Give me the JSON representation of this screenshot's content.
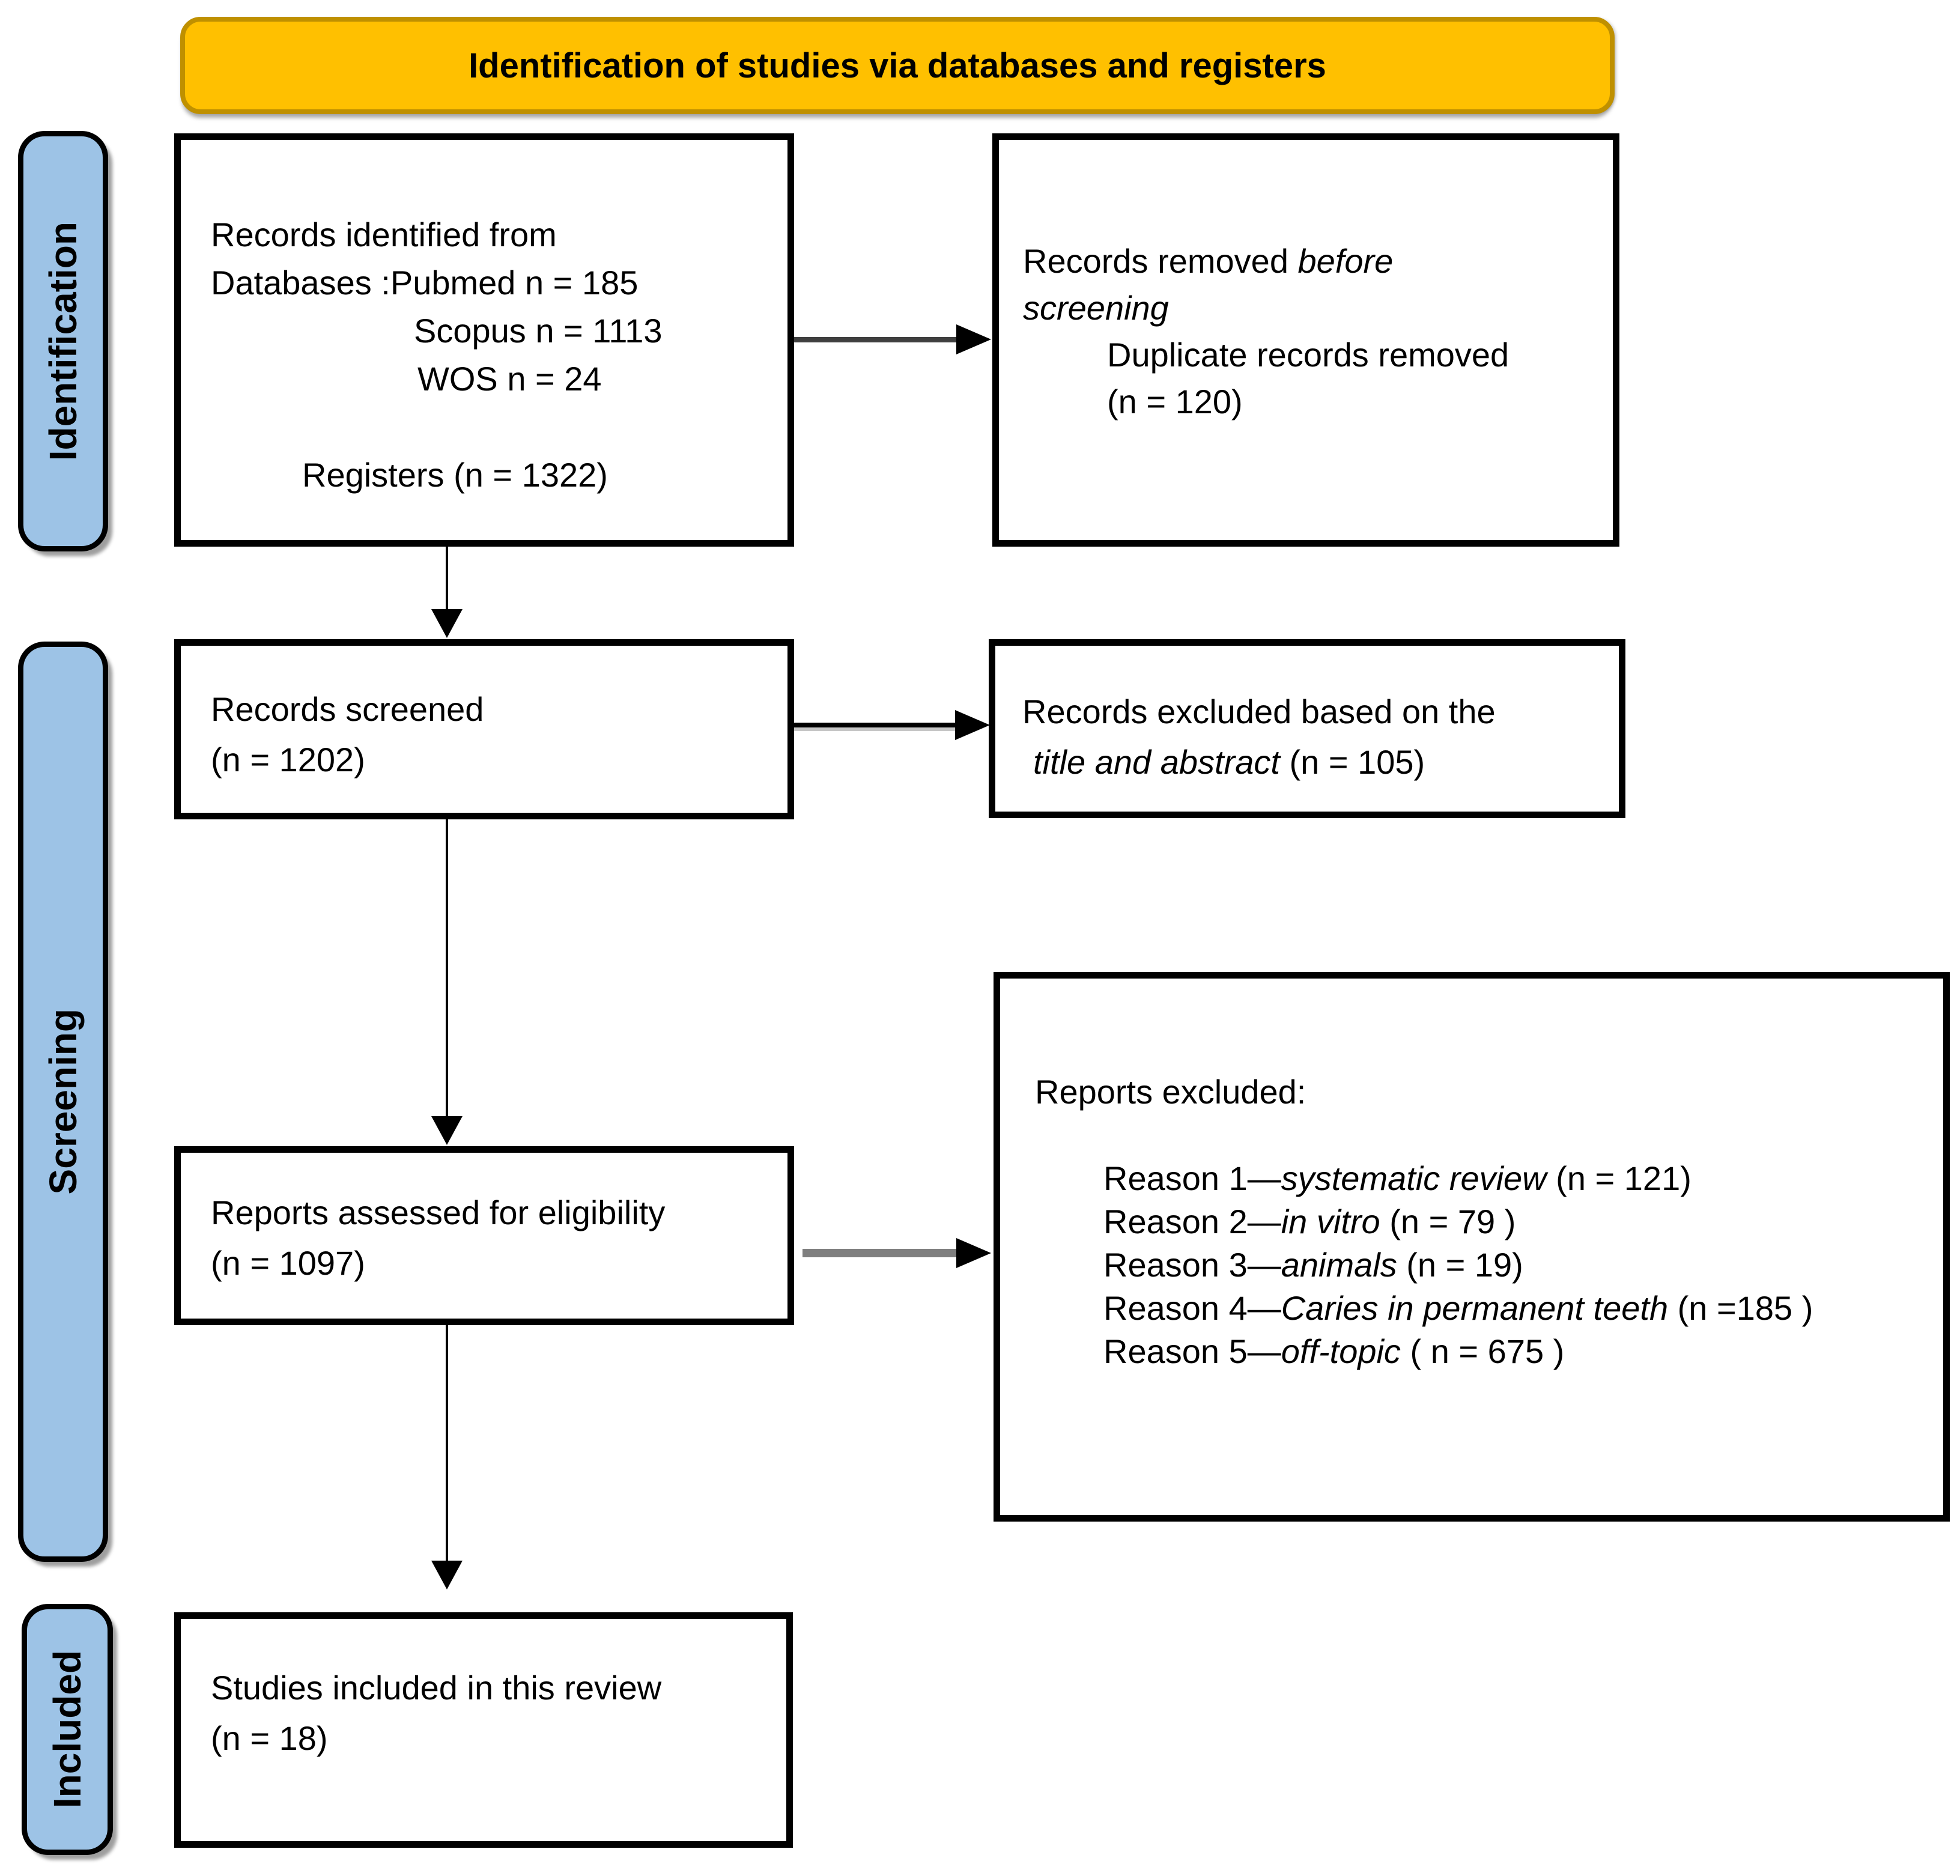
{
  "banner": {
    "title": "Identification of studies via databases and registers"
  },
  "sidebar": {
    "labels": [
      {
        "text": "Identification"
      },
      {
        "text": "Screening"
      },
      {
        "text": "Included"
      }
    ]
  },
  "colors": {
    "banner_bg": "#FFC000",
    "banner_border": "#BF9000",
    "sidebar_bg": "#9DC3E6",
    "box_border": "#000000",
    "arrow_black": "#000000",
    "arrow_dark_gray": "#3F3F3F",
    "arrow_gray": "#7F7F7F"
  },
  "boxes": {
    "identified": {
      "lines": [
        {
          "segs": [
            {
              "t": "Records identified from"
            }
          ]
        },
        {
          "segs": [
            {
              "t": "Databases :Pubmed n = 185"
            }
          ]
        },
        {
          "indent": 338,
          "segs": [
            {
              "t": "Scopus n = 1113"
            }
          ]
        },
        {
          "indent": 344,
          "segs": [
            {
              "t": "WOS n = 24"
            }
          ]
        },
        {
          "segs": [
            {
              "t": " "
            }
          ]
        },
        {
          "indent": 152,
          "segs": [
            {
              "t": "Registers (n = 1322)"
            }
          ]
        }
      ]
    },
    "removed_before_screening": {
      "lines": [
        {
          "segs": [
            {
              "t": "Records removed "
            },
            {
              "t": "before",
              "i": true
            }
          ]
        },
        {
          "segs": [
            {
              "t": "screening",
              "i": true
            }
          ]
        },
        {
          "indent": 140,
          "segs": [
            {
              "t": "Duplicate records removed"
            }
          ]
        },
        {
          "indent": 140,
          "segs": [
            {
              "t": "(n = 120)"
            }
          ]
        }
      ]
    },
    "screened": {
      "lines": [
        {
          "segs": [
            {
              "t": "Records screened"
            }
          ]
        },
        {
          "segs": [
            {
              "t": "(n = 1202)"
            }
          ]
        }
      ]
    },
    "excluded_title_abstract": {
      "lines": [
        {
          "segs": [
            {
              "t": "Records excluded based on the"
            }
          ]
        },
        {
          "indent": 18,
          "segs": [
            {
              "t": "title and abstract",
              "i": true
            },
            {
              "t": " (n = 105)"
            }
          ]
        }
      ]
    },
    "assessed": {
      "lines": [
        {
          "segs": [
            {
              "t": "Reports assessed for eligibility"
            }
          ]
        },
        {
          "segs": [
            {
              "t": "(n = 1097)"
            }
          ]
        }
      ]
    },
    "reports_excluded": {
      "lines": [
        {
          "segs": [
            {
              "t": "Reports excluded:"
            }
          ]
        },
        {
          "segs": [
            {
              "t": " "
            }
          ]
        },
        {
          "indent": 114,
          "segs": [
            {
              "t": "Reason 1—"
            },
            {
              "t": "systematic review",
              "i": true
            },
            {
              "t": " (n = 121)"
            }
          ]
        },
        {
          "indent": 114,
          "segs": [
            {
              "t": "Reason 2—"
            },
            {
              "t": "in vitro",
              "i": true
            },
            {
              "t": " (n = 79 )"
            }
          ]
        },
        {
          "indent": 114,
          "segs": [
            {
              "t": "Reason 3—"
            },
            {
              "t": "animals",
              "i": true
            },
            {
              "t": " (n = 19)"
            }
          ]
        },
        {
          "indent": 114,
          "segs": [
            {
              "t": "Reason 4—"
            },
            {
              "t": "Caries in permanent teeth",
              "i": true
            },
            {
              "t": " (n =185 )"
            }
          ]
        },
        {
          "indent": 114,
          "segs": [
            {
              "t": "Reason 5—"
            },
            {
              "t": "off-topic",
              "i": true
            },
            {
              "t": " ( n = 675 )"
            }
          ]
        }
      ]
    },
    "included_studies": {
      "lines": [
        {
          "segs": [
            {
              "t": "Studies included in this review"
            }
          ]
        },
        {
          "segs": [
            {
              "t": "(n = 18)"
            }
          ]
        }
      ]
    }
  }
}
